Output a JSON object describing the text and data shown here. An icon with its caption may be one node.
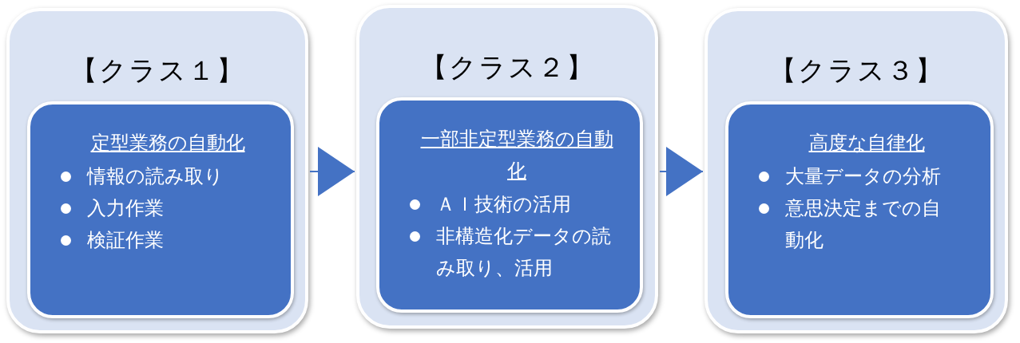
{
  "diagram": {
    "nodes": [
      {
        "text": [
          "【クラス１】"
        ]
      },
      {
        "text": [
          "定型業務の自動化",
          "情報の読み取り",
          "入力作業",
          "検証作業"
        ],
        "in": 0
      },
      {
        "text": [
          "【クラス２】"
        ]
      },
      {
        "text": [
          "一部非定型業務の自動化",
          "ＡＩ技術の活用",
          "非構造化データの読み取り、活用"
        ],
        "in": 2
      },
      {
        "text": [
          "【クラス３】"
        ]
      },
      {
        "text": [
          "高度な自律化",
          "大量データの分析",
          "意思決定までの自動化"
        ],
        "in": 4
      }
    ],
    "edges": [
      {
        "from": 0,
        "to": 2,
        "arrow": "to"
      },
      {
        "from": 2,
        "to": 4,
        "arrow": "to"
      }
    ]
  }
}
